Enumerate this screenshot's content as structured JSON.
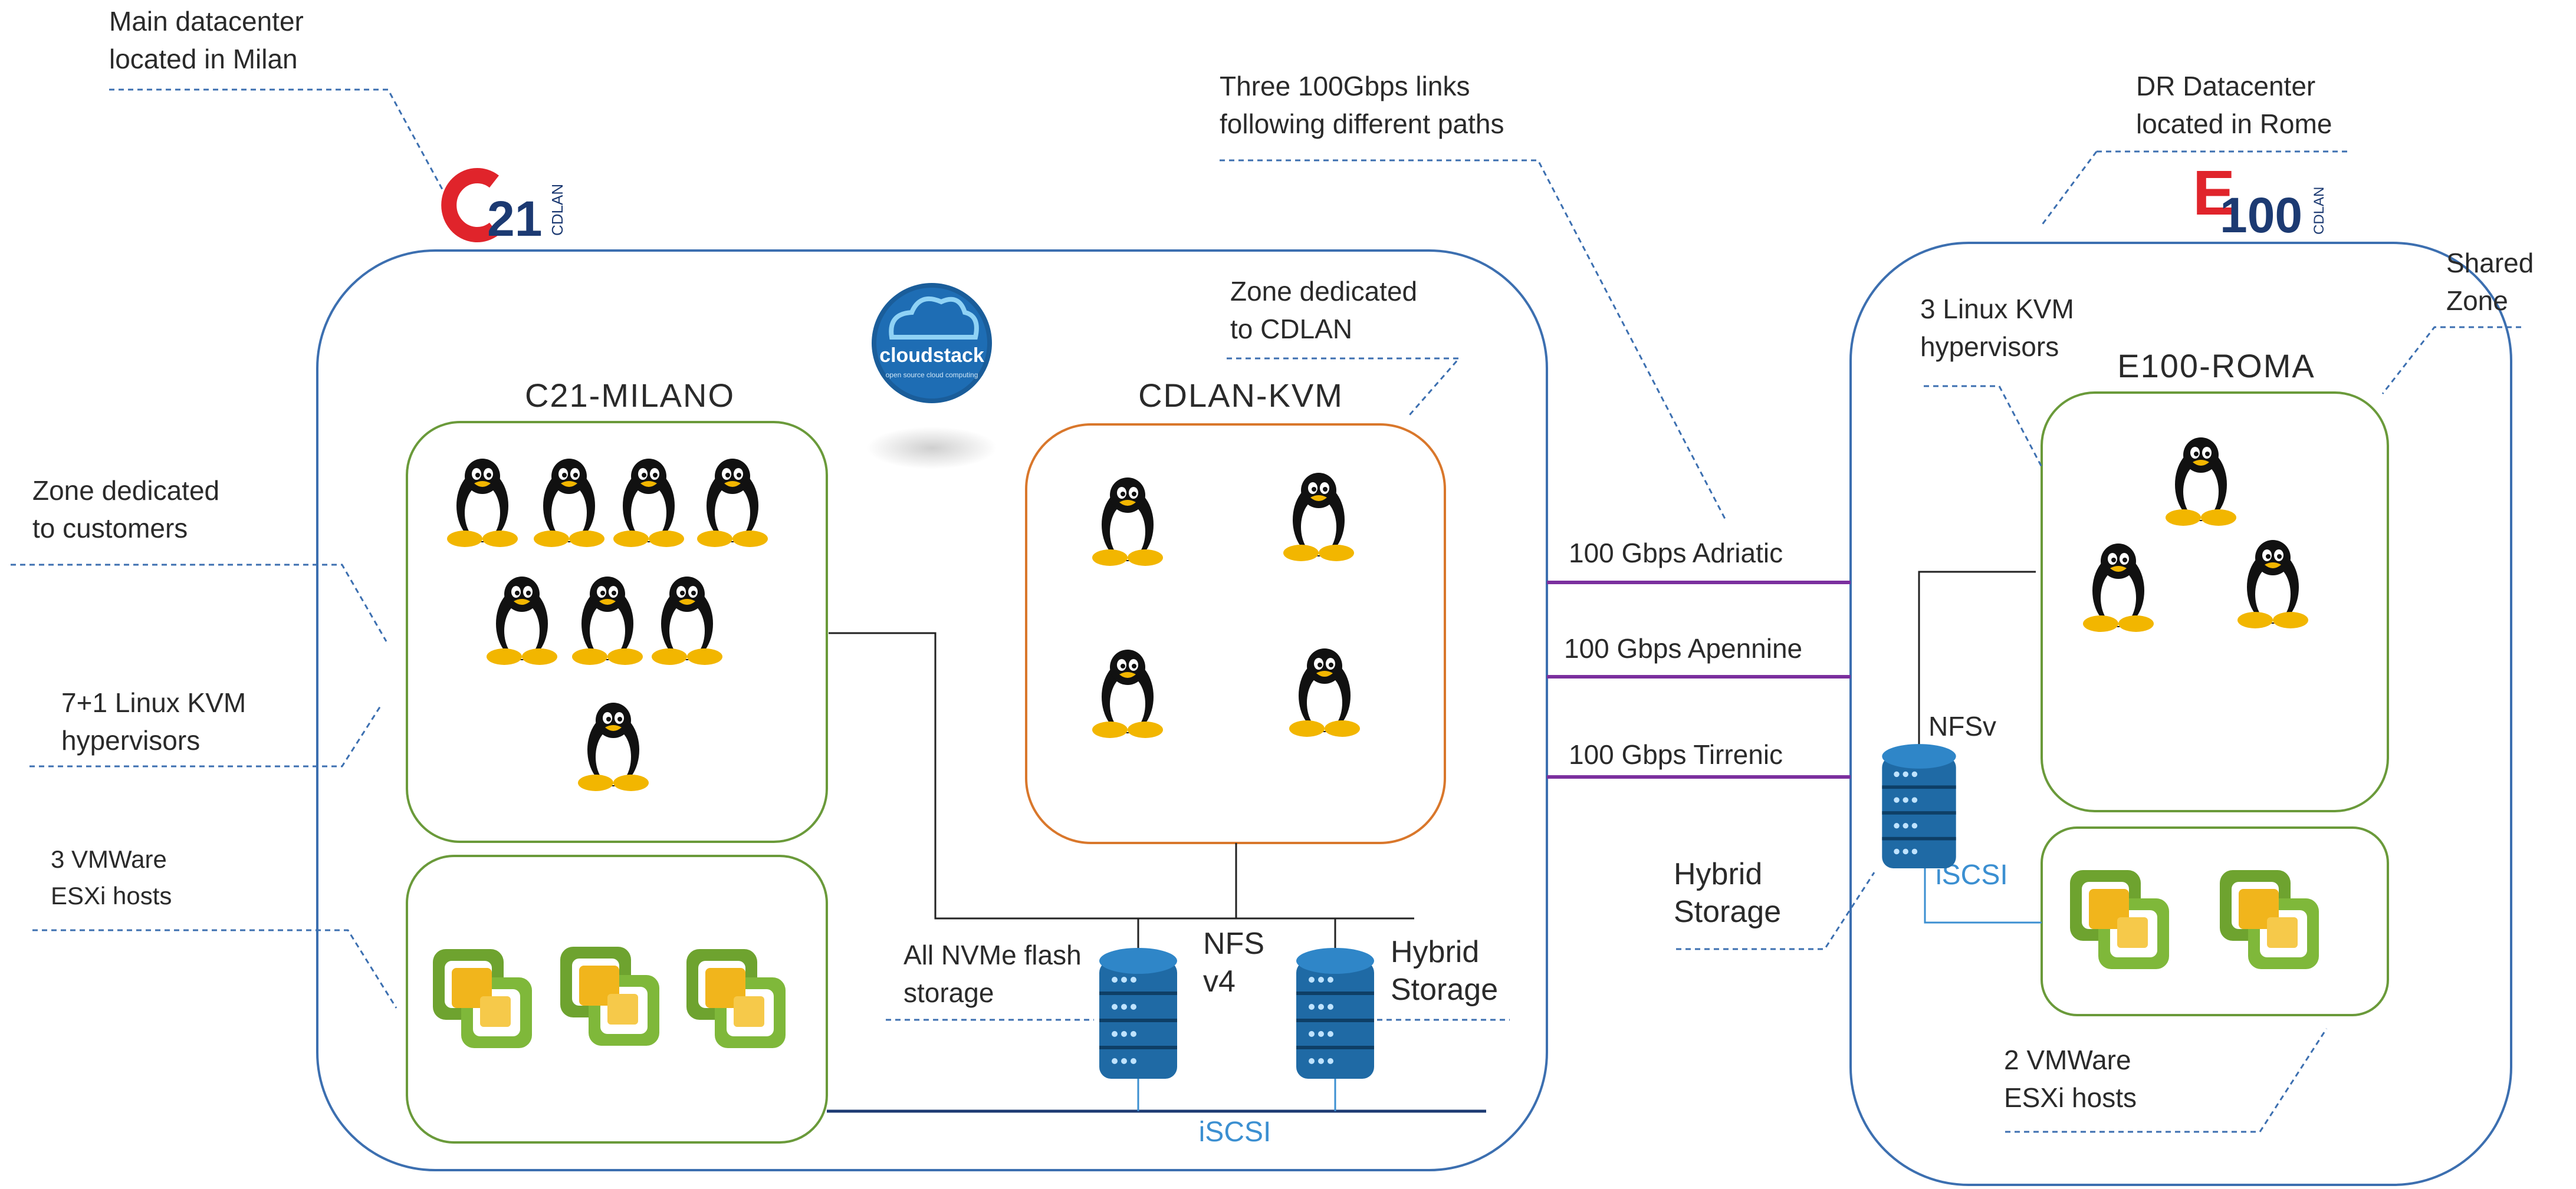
{
  "annotations": {
    "main_dc": [
      "Main datacenter",
      "located in Milan"
    ],
    "dr_dc": [
      "DR Datacenter",
      "located in Rome"
    ],
    "links": [
      "Three 100Gbps links",
      "following different paths"
    ],
    "zone_cdlan": [
      "Zone dedicated",
      "to CDLAN"
    ],
    "zone_customers": [
      "Zone dedicated",
      "to customers"
    ],
    "milan_kvm": [
      "7+1 Linux KVM",
      "hypervisors"
    ],
    "milan_esxi": [
      "3 VMWare",
      "ESXi hosts"
    ],
    "all_nvme": [
      "All NVMe flash",
      "storage"
    ],
    "nfs": [
      "NFS",
      "v4"
    ],
    "hybrid_milan": [
      "Hybrid",
      "Storage"
    ],
    "rome_kvm": [
      "3 Linux KVM",
      "hypervisors"
    ],
    "shared_zone": [
      "Shared",
      "Zone"
    ],
    "nfsv": "NFSv",
    "hybrid_rome": [
      "Hybrid",
      "Storage"
    ],
    "rome_esxi": [
      "2 VMWare",
      "ESXi hosts"
    ]
  },
  "zones": {
    "c21_milano": "C21-MILANO",
    "cdlan_kvm": "CDLAN-KVM",
    "e100_roma": "E100-ROMA"
  },
  "links": {
    "adriatic": "100 Gbps Adriatic",
    "apennine": "100 Gbps Apennine",
    "tirrenic": "100 Gbps Tirrenic"
  },
  "storage": {
    "iscsi_milan": "iSCSI",
    "iscsi_rome": "iSCSI"
  },
  "logos": {
    "c21": {
      "letter": "C",
      "number": "21",
      "sub": "CDLAN"
    },
    "e100": {
      "letter": "E",
      "number": "100",
      "sub": "CDLAN"
    },
    "cloudstack": {
      "word": "cloudstack",
      "tagline": "open source cloud computing"
    }
  },
  "colors": {
    "datacenter_border": "#3c6fb0",
    "zone_green": "#6a9a3a",
    "zone_orange": "#d9772b",
    "link_purple": "#7b2f9e",
    "iscsi_blue": "#3b8fd1",
    "dashed": "#3c6fb0",
    "brand_red": "#e0242b",
    "brand_navy": "#1c3a72"
  }
}
